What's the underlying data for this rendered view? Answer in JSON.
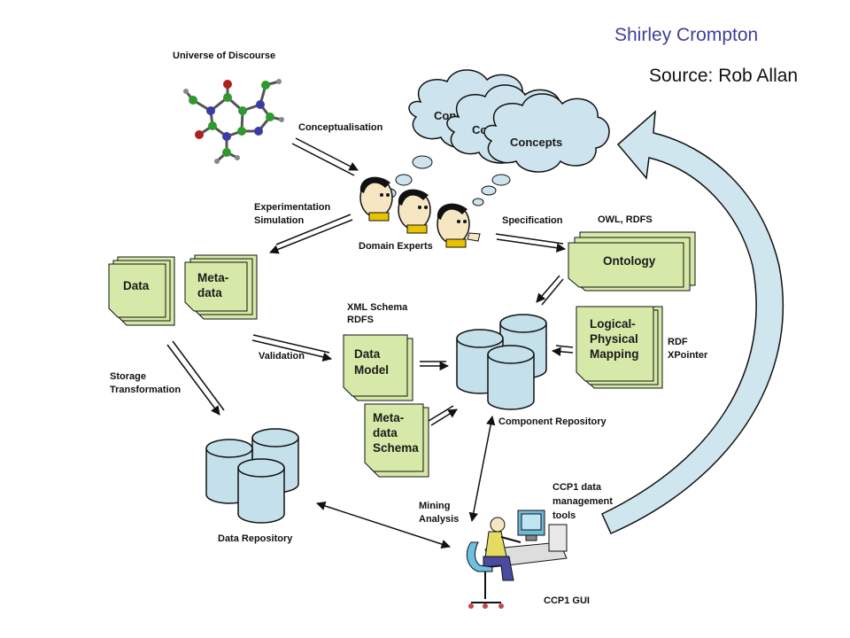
{
  "header": {
    "author": "Shirley Crompton",
    "source": "Source: Rob Allan",
    "author_color": "#3f3f9a"
  },
  "colors": {
    "doc_fill": "#d6e9a8",
    "cloud_fill": "#cde4ee",
    "cylinder_fill": "#c4e0ea",
    "big_arrow_fill": "#cfe6ee"
  },
  "icons": [
    "molecule-icon",
    "domain-experts-icon",
    "user-at-computer-icon"
  ],
  "labels": {
    "universe": "Universe of Discourse",
    "conceptualisation": "Conceptualisation",
    "experimentation": "Experimentation",
    "simulation": "Simulation",
    "domain_experts": "Domain Experts",
    "specification": "Specification",
    "owl_rdfs": "OWL, RDFS",
    "xml_schema": "XML Schema",
    "rdfs": "RDFS",
    "validation": "Validation",
    "storage": "Storage",
    "transformation": "Transformation",
    "rdf": "RDF",
    "xpointer": "XPointer",
    "component_repository": "Component Repository",
    "data_repository": "Data Repository",
    "mining": "Mining",
    "analysis": "Analysis",
    "ccp1_tools_1": "CCP1 data",
    "ccp1_tools_2": "management",
    "ccp1_tools_3": "tools",
    "ccp1_gui": "CCP1 GUI"
  },
  "clouds": [
    "Conc",
    "Conc",
    "Concepts"
  ],
  "documents": {
    "data": "Data",
    "metadata_1": "Meta-",
    "metadata_2": "data",
    "ontology": "Ontology",
    "mapping_1": "Logical-",
    "mapping_2": "Physical",
    "mapping_3": "Mapping",
    "datamodel_1": "Data",
    "datamodel_2": "Model",
    "schema_1": "Meta-",
    "schema_2": "data",
    "schema_3": "Schema"
  }
}
